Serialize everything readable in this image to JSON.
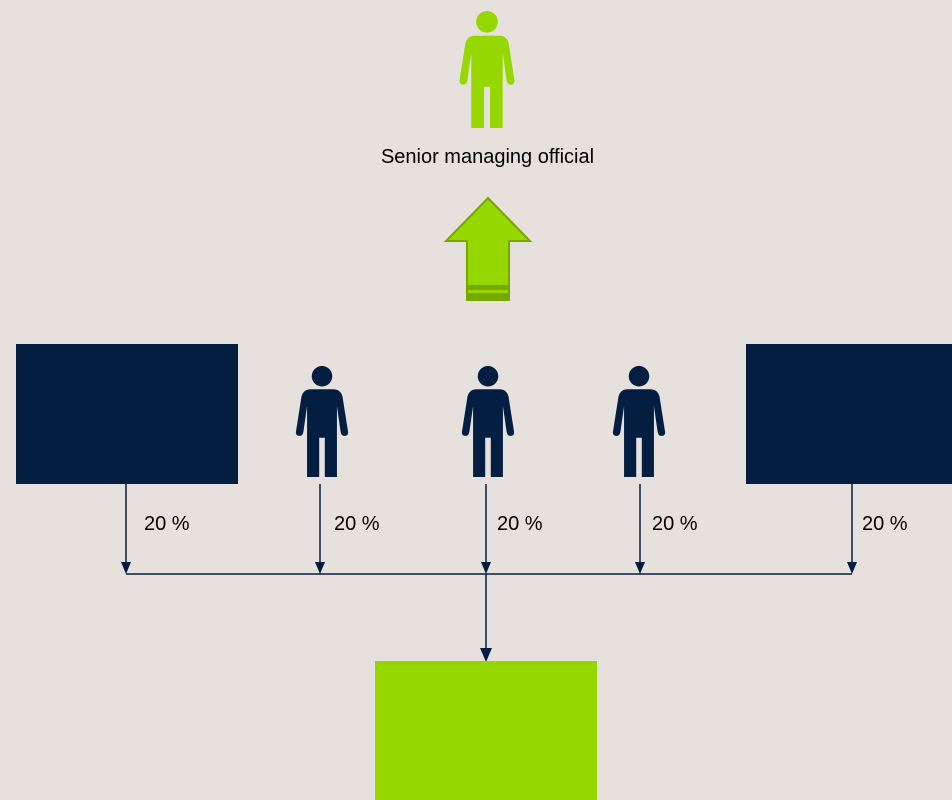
{
  "colors": {
    "background": "#e6e1dc",
    "navy": "#041e42",
    "green": "#97d700",
    "green_dark": "#76a800",
    "line": "#041e42"
  },
  "top": {
    "label": "Senior managing official",
    "icon": "person-icon"
  },
  "shareholders": [
    {
      "kind": "entity",
      "icon": "company-box",
      "percent": "20 %"
    },
    {
      "kind": "person",
      "icon": "person-icon",
      "percent": "20 %"
    },
    {
      "kind": "person",
      "icon": "person-icon",
      "percent": "20 %"
    },
    {
      "kind": "person",
      "icon": "person-icon",
      "percent": "20 %"
    },
    {
      "kind": "entity",
      "icon": "company-box",
      "percent": "20 %"
    }
  ],
  "target": {
    "kind": "entity",
    "icon": "company-box"
  },
  "arrow_up": {
    "icon": "arrow-up-icon"
  }
}
